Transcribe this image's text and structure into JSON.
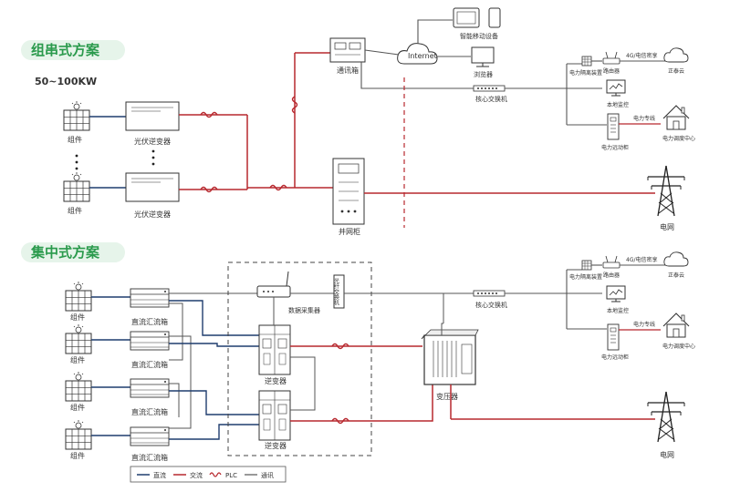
{
  "sections": {
    "string_title": "组串式方案",
    "string_power": "50~100KW",
    "central_title": "集中式方案"
  },
  "labels": {
    "module": "组件",
    "string_inverter": "光伏逆变器",
    "comm_box": "通讯箱",
    "internet": "Internet",
    "smart_mobile": "智能移动设备",
    "browser": "浏览器",
    "core_switch": "核心交换机",
    "grid_cabinet": "并网柜",
    "isolation": "电力隔离装置",
    "router": "路由器",
    "cloud_4g": "4G/电信密享",
    "cloud": "正泰云",
    "local_monitor": "本地监控",
    "power_line": "电力专线",
    "dispatch": "电力调度中心",
    "power_monitor": "电力远动柜",
    "grid": "电网",
    "dc_combiner": "直流汇流箱",
    "data_collector": "数据采集器",
    "fiber_switch": "光纤交换机",
    "inverter": "逆变器",
    "transformer": "变压器"
  },
  "legend": {
    "dc": "直流",
    "ac": "交流",
    "plc": "PLC",
    "comm": "通讯"
  },
  "colors": {
    "dc": "#1f3d6e",
    "ac": "#b7282e",
    "comm": "#555555",
    "title_green": "#2a9a4c",
    "title_bg": "#e6f4ea"
  }
}
